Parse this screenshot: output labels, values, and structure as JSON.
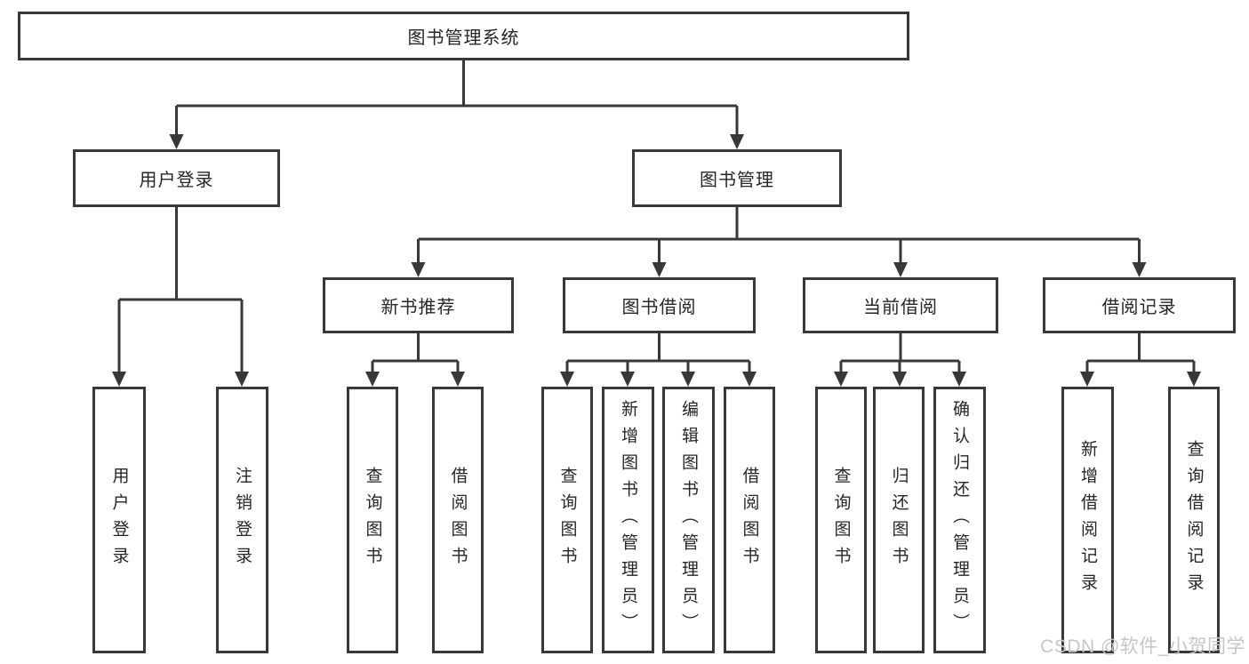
{
  "diagram_title": "图书管理系统",
  "hierarchy": {
    "label": "图书管理系统",
    "children": [
      {
        "label": "用户登录",
        "children": [
          {
            "label": "用户登录"
          },
          {
            "label": "注销登录"
          }
        ]
      },
      {
        "label": "图书管理",
        "children": [
          {
            "label": "新书推荐",
            "children": [
              {
                "label": "查询图书"
              },
              {
                "label": "借阅图书"
              }
            ]
          },
          {
            "label": "图书借阅",
            "children": [
              {
                "label": "查询图书"
              },
              {
                "label": "新增图书（管理员）"
              },
              {
                "label": "编辑图书（管理员）"
              },
              {
                "label": "借阅图书"
              }
            ]
          },
          {
            "label": "当前借阅",
            "children": [
              {
                "label": "查询图书"
              },
              {
                "label": "归还图书"
              },
              {
                "label": "确认归还（管理员）"
              }
            ]
          },
          {
            "label": "借阅记录",
            "children": [
              {
                "label": "新增借阅记录"
              },
              {
                "label": "查询借阅记录"
              }
            ]
          }
        ]
      }
    ]
  },
  "watermark": {
    "text": "CSDN @软件_小贺同学"
  },
  "colors": {
    "line": "#383838",
    "box_border": "#383838",
    "text": "#262626",
    "watermark": "#c6c6c6",
    "background": "#ffffff"
  }
}
